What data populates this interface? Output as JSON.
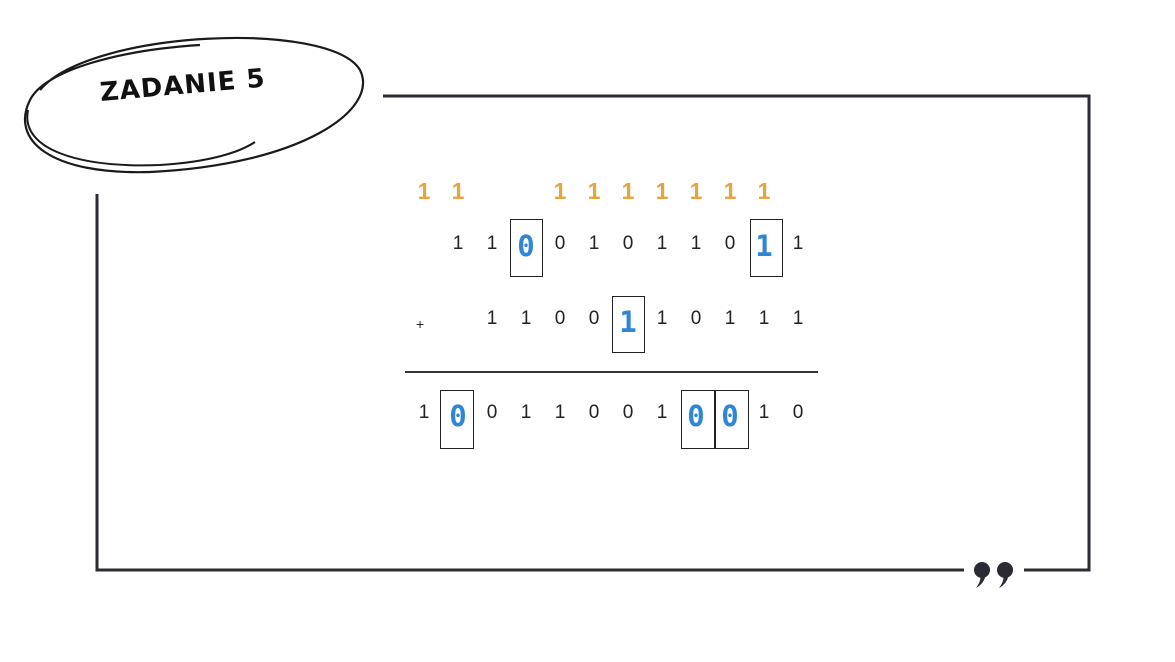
{
  "title": "ZADANIE 5",
  "carries": [
    "1",
    "1",
    "",
    "",
    "1",
    "1",
    "1",
    "1",
    "1",
    "1",
    "1",
    ""
  ],
  "row1": [
    "",
    "1",
    "1",
    "0",
    "0",
    "1",
    "0",
    "1",
    "1",
    "0",
    "1",
    "1"
  ],
  "row2": [
    "",
    "",
    "1",
    "1",
    "0",
    "0",
    "1",
    "1",
    "0",
    "1",
    "1",
    "1"
  ],
  "result": [
    "1",
    "0",
    "0",
    "1",
    "1",
    "0",
    "0",
    "1",
    "0",
    "0",
    "1",
    "0"
  ],
  "operator": "+",
  "highlight_color": "#2f86d6",
  "carry_color": "#e6a63a",
  "quote_icon": "closing-quote-icon"
}
